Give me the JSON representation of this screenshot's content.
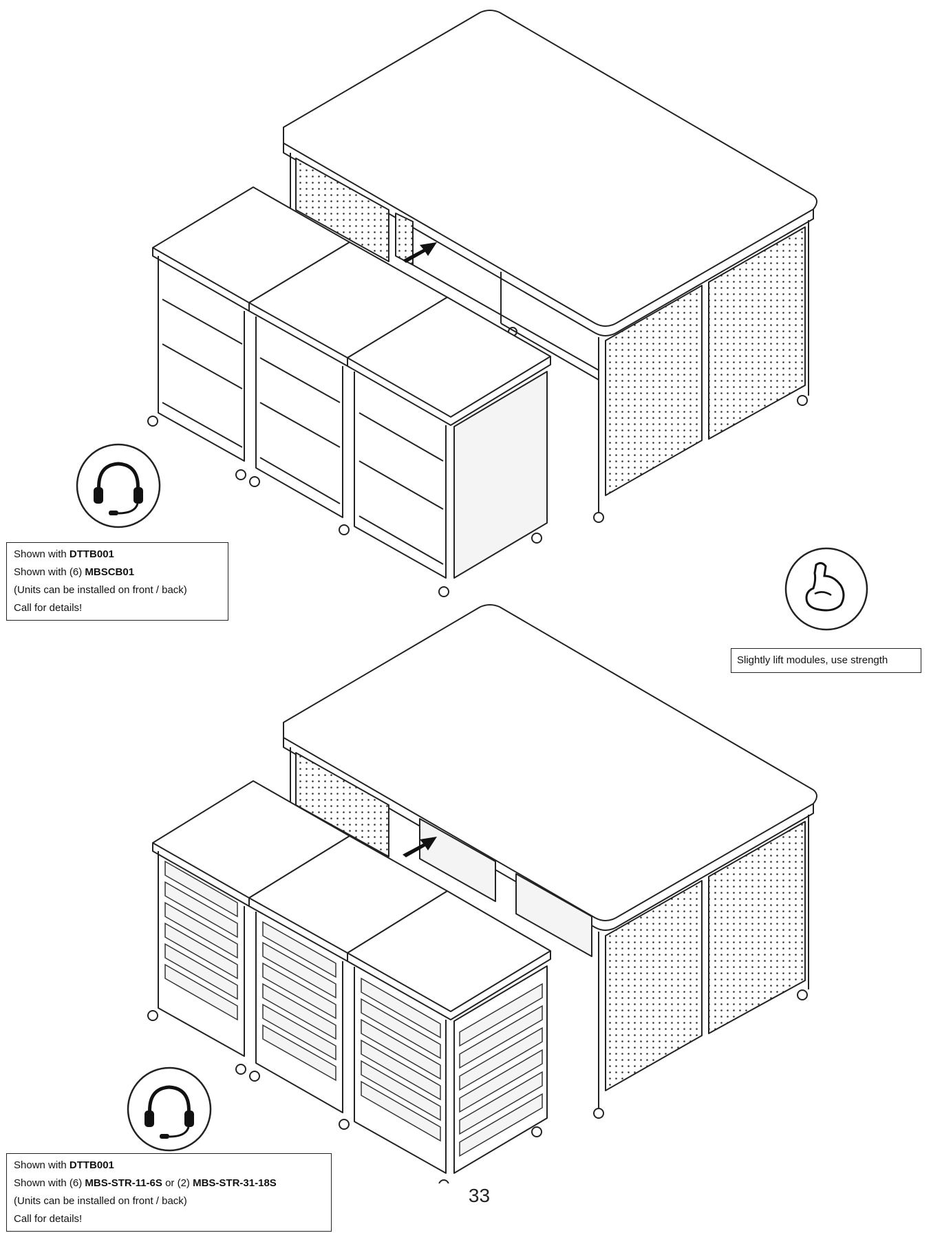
{
  "top_callout": {
    "line1_prefix": "Shown with ",
    "line1_bold": "DTTB001",
    "line2_prefix": "Shown with (6) ",
    "line2_bold": "MBSCB01",
    "line3": "(Units can be installed on front / back)",
    "line4": "Call for details!"
  },
  "strength_note": "Slightly lift modules, use strength",
  "bottom_callout": {
    "line1_prefix": "Shown with ",
    "line1_bold": "DTTB001",
    "line2_prefix": "Shown with (6) ",
    "line2_bold_a": "MBS-STR-11-6S",
    "line2_mid": " or (2) ",
    "line2_bold_b": "MBS-STR-31-18S",
    "line3": "(Units can be installed on front / back)",
    "line4": "Call for details!"
  },
  "page_number": "33",
  "icons": {
    "support": "headset-icon",
    "strength": "flexed-arm-icon"
  },
  "colors": {
    "ink": "#222222",
    "paper": "#ffffff",
    "panel": "#f4f4f4"
  }
}
